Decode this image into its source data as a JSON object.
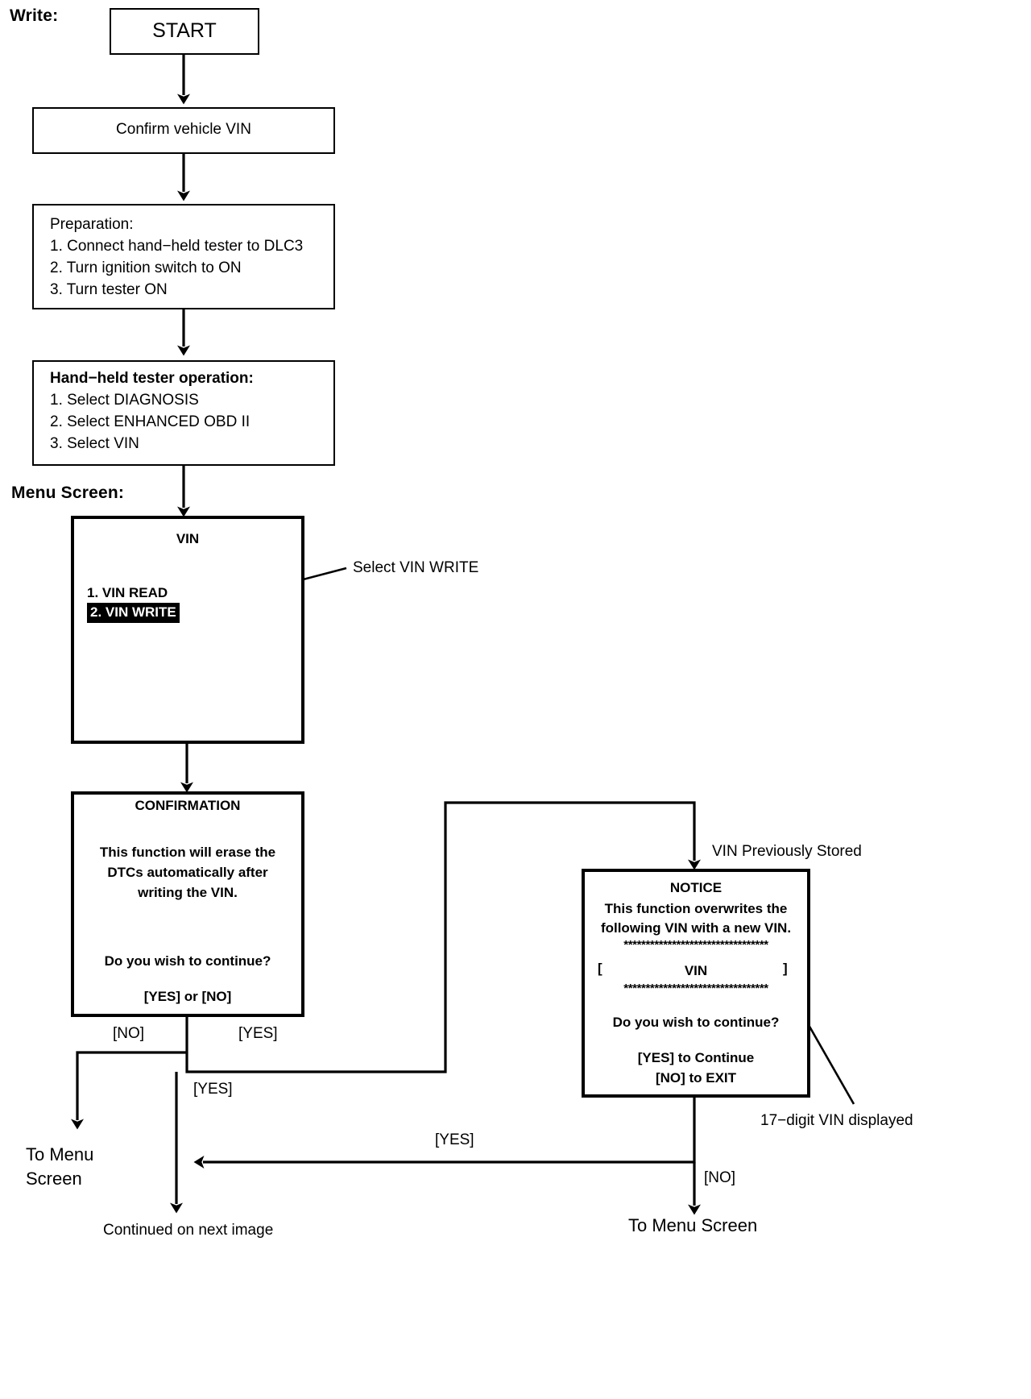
{
  "page": {
    "title_caption": "Write:",
    "menu_caption": "Menu Screen:"
  },
  "nodes": {
    "start": {
      "label": "START"
    },
    "confirm_vin": {
      "label": "Confirm vehicle VIN"
    },
    "preparation": {
      "heading": "Preparation:",
      "lines": [
        "1. Connect hand−held tester to DLC3",
        "2. Turn ignition switch to ON",
        "3. Turn tester ON"
      ]
    },
    "tester_operation": {
      "heading": "Hand−held tester operation:",
      "lines": [
        "1. Select DIAGNOSIS",
        "2. Select ENHANCED OBD II",
        "3. Select VIN"
      ]
    },
    "vin_menu_screen": {
      "title": "VIN",
      "items": [
        {
          "label": "1. VIN READ",
          "selected": false
        },
        {
          "label": "2. VIN WRITE",
          "selected": true
        }
      ]
    },
    "confirmation_screen": {
      "title": "CONFIRMATION",
      "body_lines": [
        "This function will erase the",
        "DTCs automatically after",
        "writing the VIN."
      ],
      "question": "Do you wish to continue?",
      "answer_hint": "[YES] or [NO]"
    },
    "notice_screen": {
      "title": "NOTICE",
      "body_lines": [
        "This function overwrites the",
        "following VIN with a new VIN."
      ],
      "separator": "*********************************",
      "vin_field_left": "[",
      "vin_field_value": "VIN",
      "vin_field_right": "]",
      "question": "Do you wish to continue?",
      "answer_lines": [
        "[YES] to Continue",
        "[NO] to EXIT"
      ]
    }
  },
  "annotations": {
    "select_vin_write": "Select VIN WRITE",
    "vin_previously_stored": "VIN Previously Stored",
    "seventeen_digit_vin": "17−digit VIN displayed"
  },
  "edge_labels": {
    "confirm_no": "[NO]",
    "confirm_yes_right": "[YES]",
    "confirm_yes_down": "[YES]",
    "notice_yes": "[YES]",
    "notice_no": "[NO]"
  },
  "terminals": {
    "to_menu_screen_left": "To Menu\nScreen",
    "to_menu_screen_right": "To Menu Screen",
    "continued": "Continued on next image"
  },
  "colors": {
    "ink": "#000000",
    "paper": "#ffffff",
    "selection_bg": "#000000",
    "selection_fg": "#ffffff"
  }
}
